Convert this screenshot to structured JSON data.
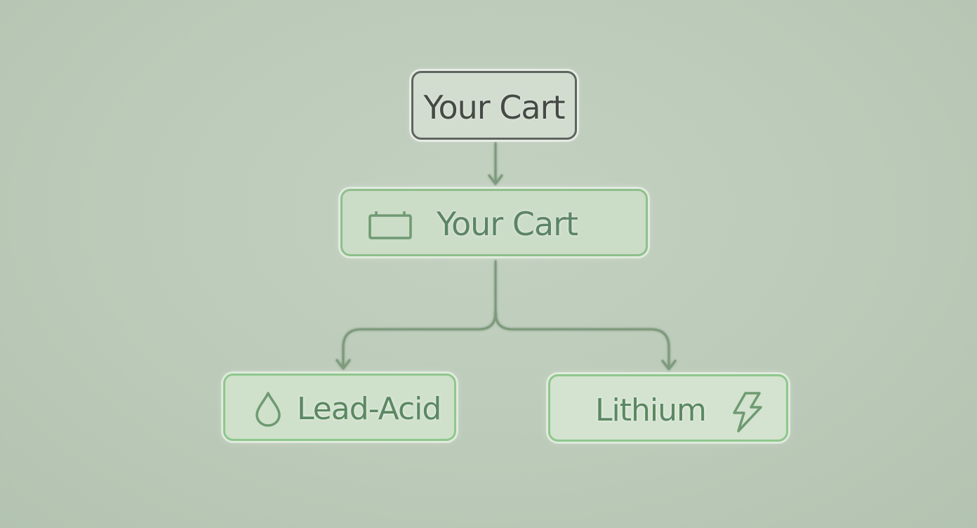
{
  "diagram": {
    "nodes": {
      "top": {
        "label": "Your Cart",
        "icon": "none"
      },
      "middle": {
        "label": "Your Cart",
        "icon": "battery-icon"
      },
      "left": {
        "label": "Lead-Acid",
        "icon": "droplet-icon"
      },
      "right": {
        "label": "Lithium",
        "icon": "lightning-bolt-icon"
      }
    },
    "edges": [
      {
        "from": "top",
        "to": "middle"
      },
      {
        "from": "middle",
        "to": "left"
      },
      {
        "from": "middle",
        "to": "right"
      }
    ],
    "colors": {
      "background": "#bccab9",
      "top_border": "#5f655f",
      "top_text": "#454a45",
      "green_border": "#8fc78c",
      "green_text": "#5c8563",
      "connector": "#7d9a7d"
    }
  }
}
